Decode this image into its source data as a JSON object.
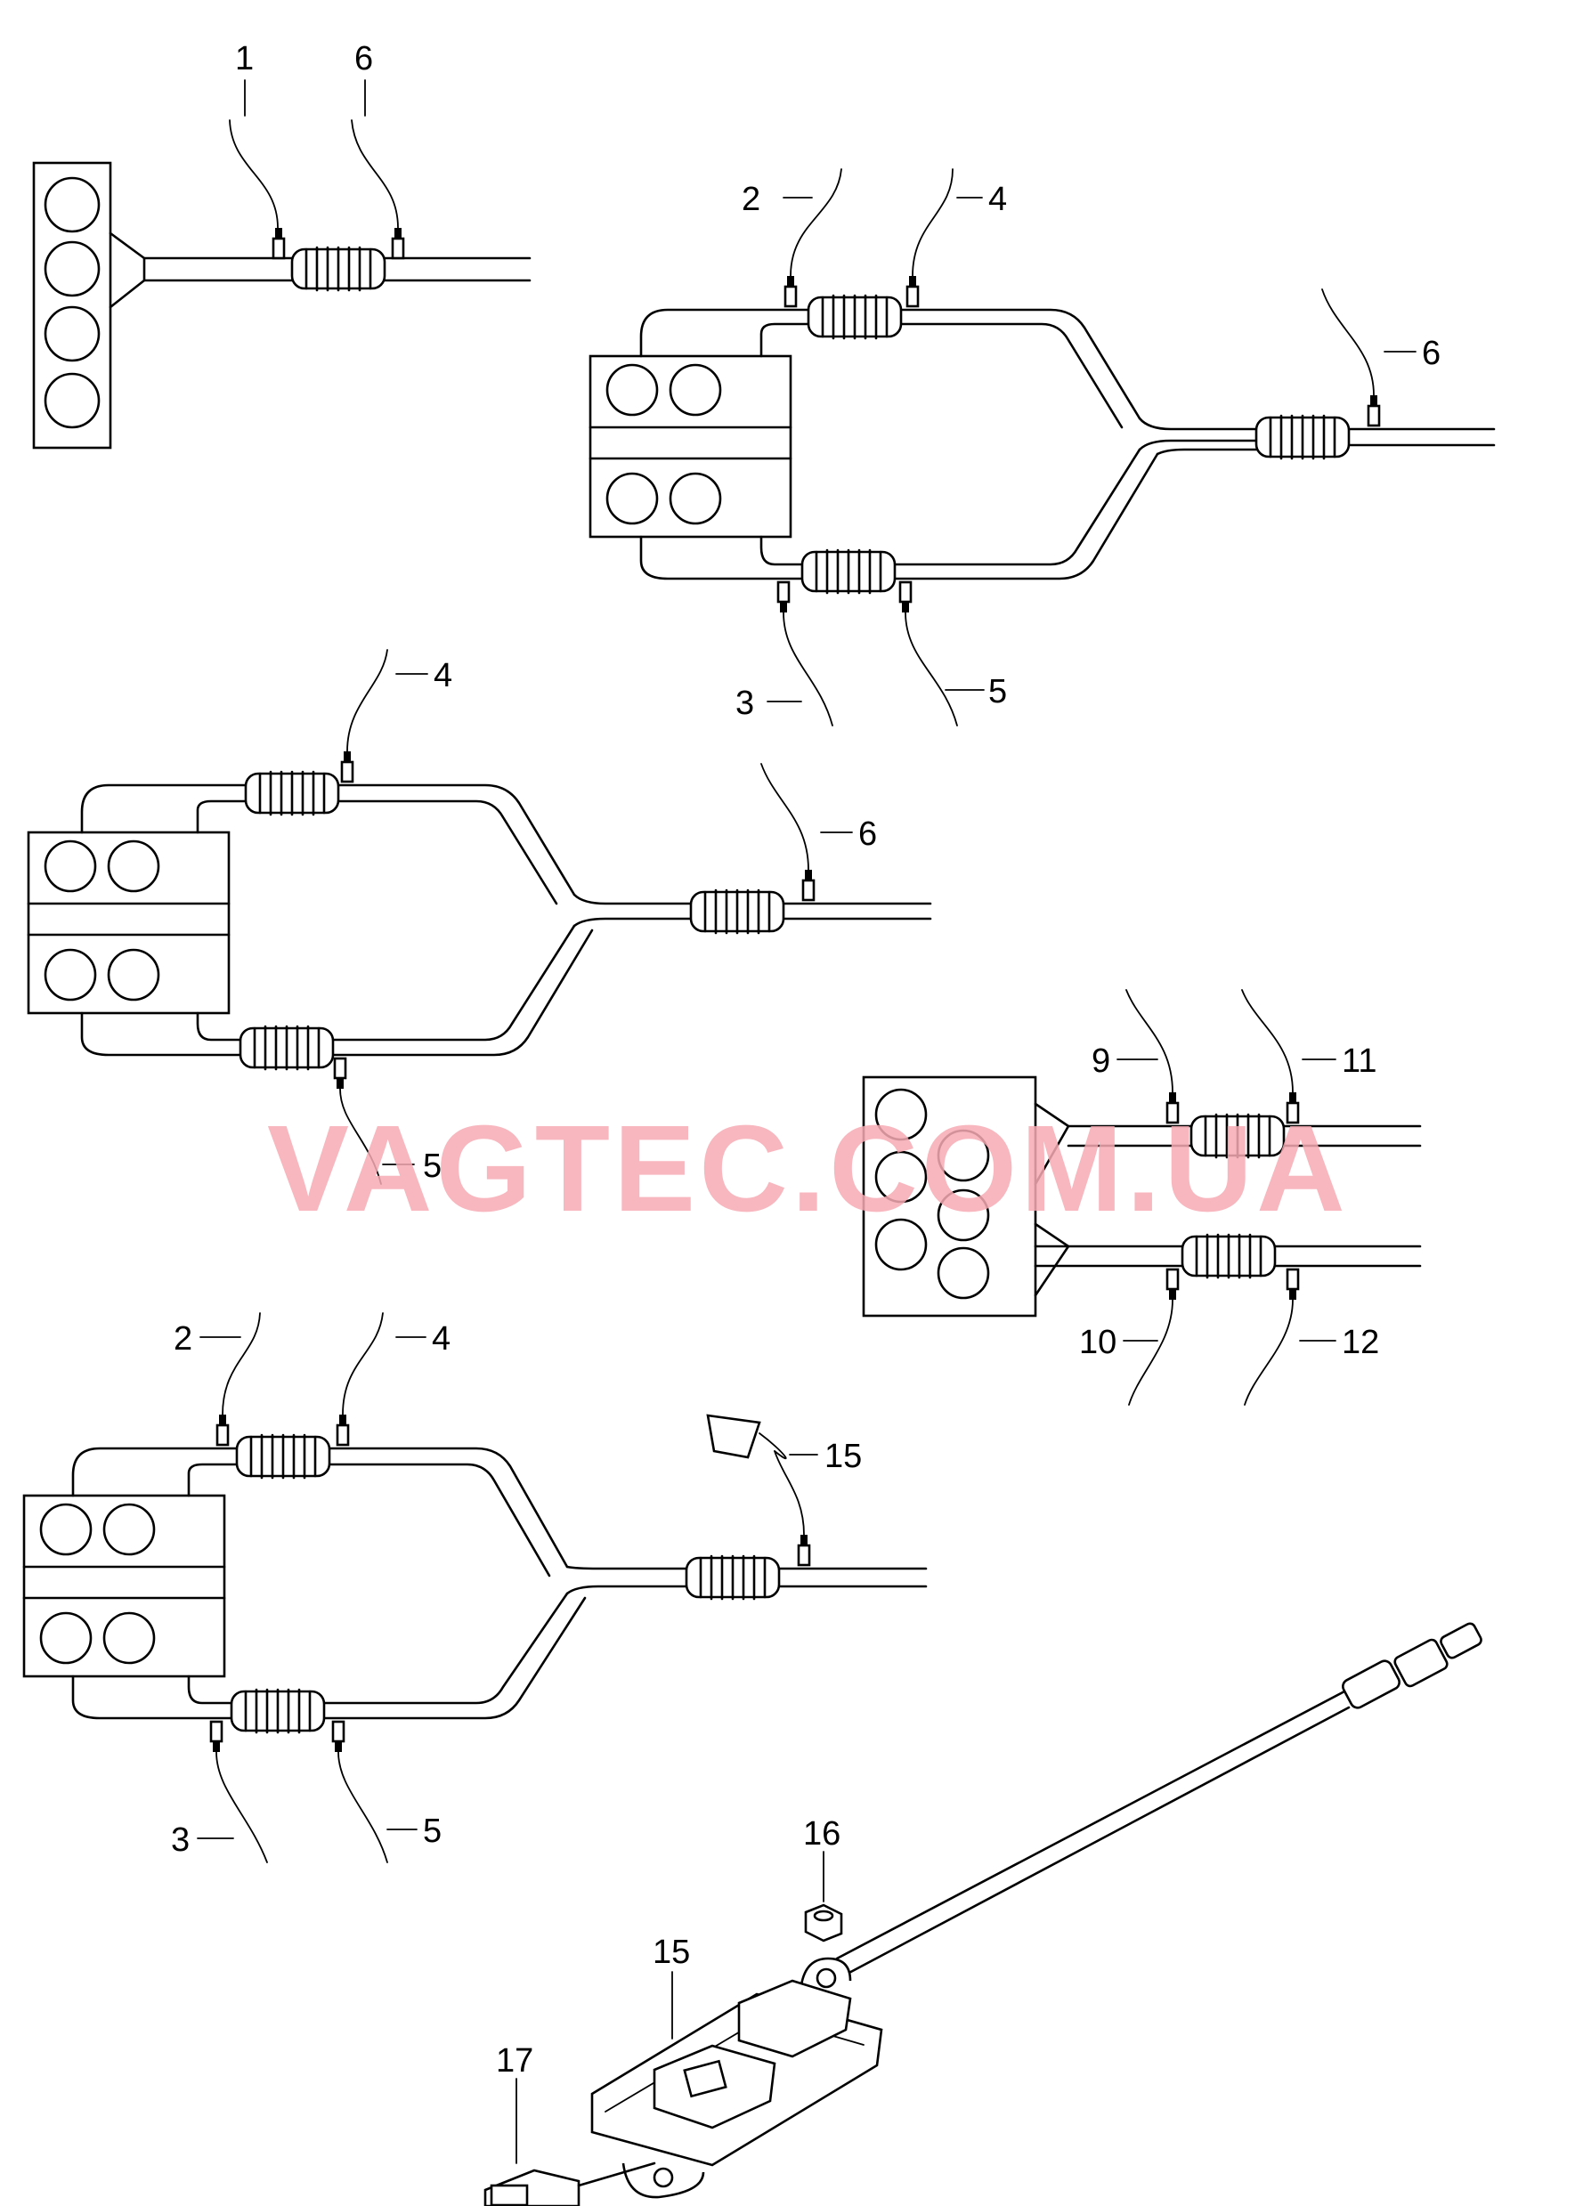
{
  "labels": {
    "l1": "1",
    "l6a": "6",
    "l2a": "2",
    "l4a": "4",
    "l6b": "6",
    "l3a": "3",
    "l5a": "5",
    "l4b": "4",
    "l6c": "6",
    "l5b": "5",
    "l9": "9",
    "l11": "11",
    "l10": "10",
    "l12": "12",
    "l2b": "2",
    "l4c": "4",
    "l15a": "15",
    "l3b": "3",
    "l5c": "5",
    "l16": "16",
    "l15b": "15",
    "l17": "17"
  },
  "watermark": "VAGTEC.COM.UA",
  "colors": {
    "line": "#000000",
    "watermark": "#f7a9b3"
  }
}
